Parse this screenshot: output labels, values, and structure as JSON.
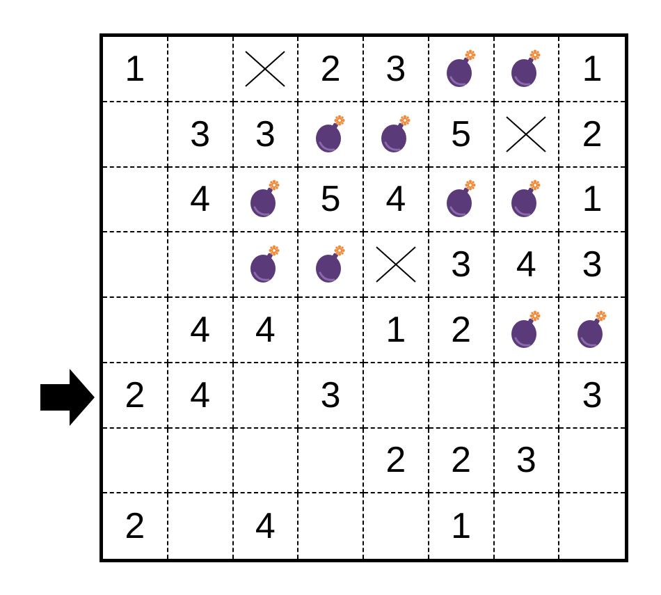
{
  "puzzle": {
    "type": "minesweeper-variant",
    "size": 8,
    "colors": {
      "line": "#000000",
      "bomb_body": "#5b3a7a",
      "bomb_highlight": "#8a6aa8",
      "bomb_fuse": "#ef8a3a"
    },
    "highlighted_row": 5,
    "grid": [
      [
        "1",
        "",
        "X",
        "2",
        "3",
        "B",
        "B",
        "1"
      ],
      [
        "",
        "3",
        "3",
        "B",
        "B",
        "5",
        "X",
        "2"
      ],
      [
        "",
        "4",
        "B",
        "5",
        "4",
        "B",
        "B",
        "1"
      ],
      [
        "",
        "",
        "B",
        "B",
        "X",
        "3",
        "4",
        "3"
      ],
      [
        "",
        "4",
        "4",
        "",
        "1",
        "2",
        "B",
        "B"
      ],
      [
        "2",
        "4",
        "",
        "3",
        "",
        "",
        "",
        "3"
      ],
      [
        "",
        "",
        "",
        "",
        "2",
        "2",
        "3",
        ""
      ],
      [
        "2",
        "",
        "4",
        "",
        "",
        "1",
        "",
        ""
      ]
    ],
    "legend_icons": {
      "B": "bomb-icon",
      "X": "cross-mark-icon",
      "arrow": "arrow-right-icon"
    }
  }
}
